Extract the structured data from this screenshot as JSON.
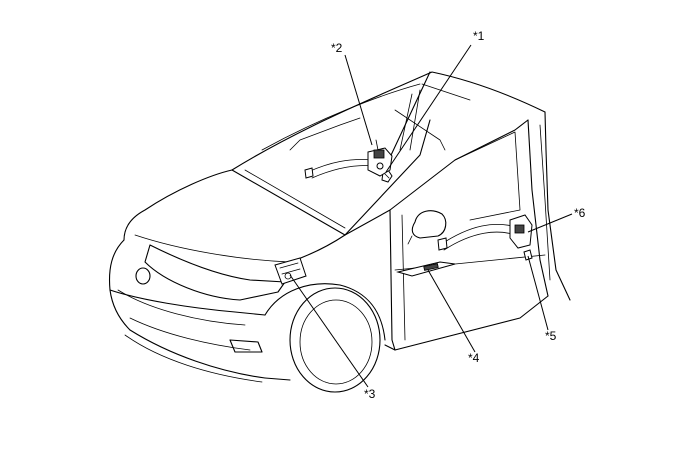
{
  "callouts": {
    "c1": "*1",
    "c2": "*2",
    "c3": "*3",
    "c4": "*4",
    "c5": "*5",
    "c6": "*6"
  }
}
